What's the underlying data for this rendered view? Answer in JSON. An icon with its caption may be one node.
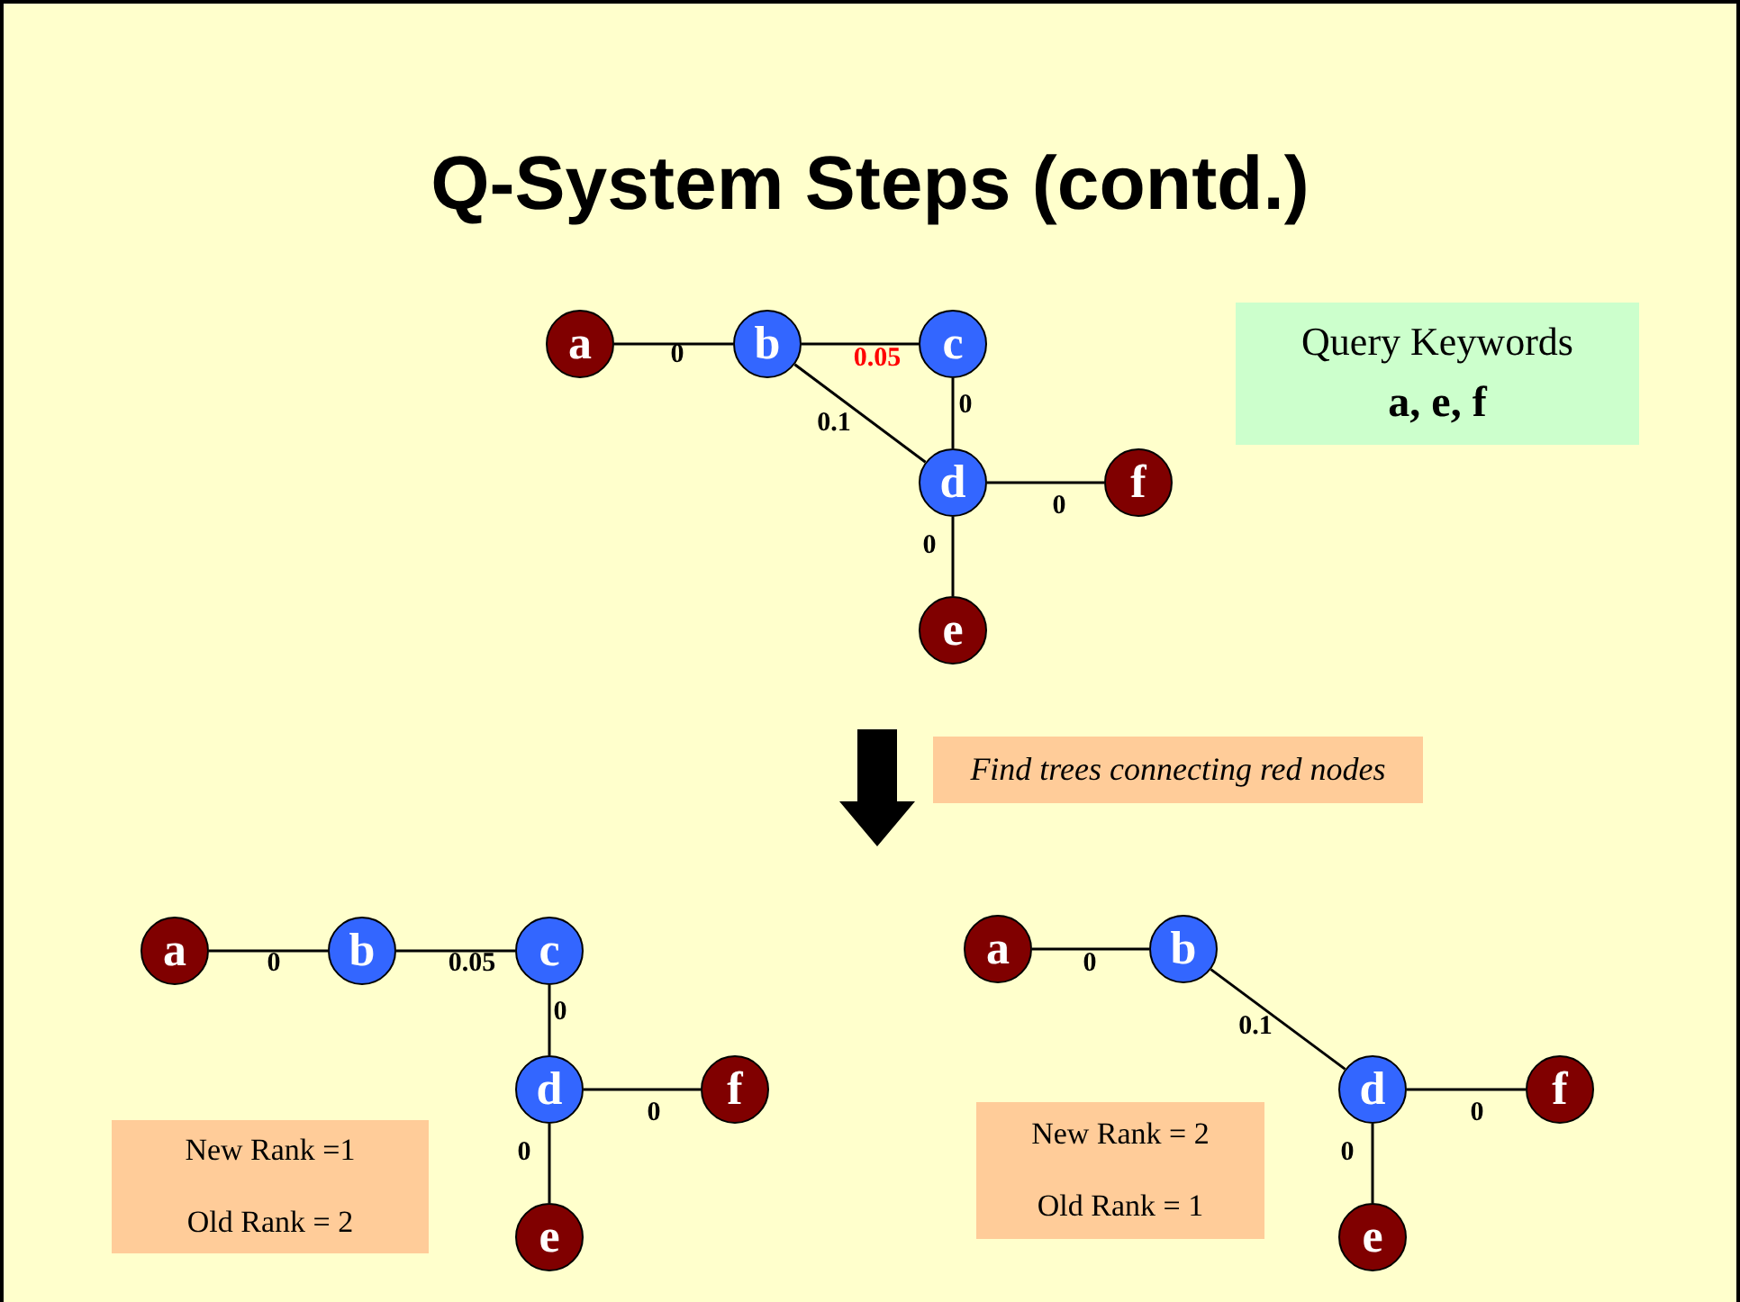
{
  "diagram": {
    "title": "Q-System Steps (contd.)",
    "nodes": [
      {
        "text": [
          "a"
        ]
      },
      {
        "text": [
          "b"
        ]
      },
      {
        "text": [
          "c"
        ]
      },
      {
        "text": [
          "d"
        ]
      },
      {
        "text": [
          "f"
        ]
      },
      {
        "text": [
          "e"
        ]
      },
      {
        "text": [
          "Query Keywords",
          "a, e, f"
        ]
      },
      {
        "text": [
          "Find trees connecting red nodes"
        ]
      },
      {
        "text": [
          "a"
        ]
      },
      {
        "text": [
          "b"
        ]
      },
      {
        "text": [
          "c"
        ]
      },
      {
        "text": [
          "d"
        ]
      },
      {
        "text": [
          "f"
        ]
      },
      {
        "text": [
          "e"
        ]
      },
      {
        "text": [
          "New Rank =1",
          "Old Rank = 2"
        ]
      },
      {
        "text": [
          "a"
        ]
      },
      {
        "text": [
          "b"
        ]
      },
      {
        "text": [
          "d"
        ]
      },
      {
        "text": [
          "f"
        ]
      },
      {
        "text": [
          "e"
        ]
      },
      {
        "text": [
          "New Rank = 2",
          "Old Rank = 1"
        ]
      }
    ],
    "edges": [
      {
        "from": 0,
        "to": 1,
        "arrow": "none",
        "label": "0"
      },
      {
        "from": 1,
        "to": 2,
        "arrow": "none",
        "label": "0.05"
      },
      {
        "from": 2,
        "to": 3,
        "arrow": "none",
        "label": "0"
      },
      {
        "from": 1,
        "to": 3,
        "arrow": "none",
        "label": "0.1"
      },
      {
        "from": 3,
        "to": 4,
        "arrow": "none",
        "label": "0"
      },
      {
        "from": 3,
        "to": 5,
        "arrow": "none",
        "label": "0"
      },
      {
        "from": 8,
        "to": 9,
        "arrow": "none",
        "label": "0"
      },
      {
        "from": 9,
        "to": 10,
        "arrow": "none",
        "label": "0.05"
      },
      {
        "from": 10,
        "to": 11,
        "arrow": "none",
        "label": "0"
      },
      {
        "from": 11,
        "to": 12,
        "arrow": "none",
        "label": "0"
      },
      {
        "from": 11,
        "to": 13,
        "arrow": "none",
        "label": "0"
      },
      {
        "from": 15,
        "to": 16,
        "arrow": "none",
        "label": "0"
      },
      {
        "from": 16,
        "to": 17,
        "arrow": "none",
        "label": "0.1"
      },
      {
        "from": 17,
        "to": 18,
        "arrow": "none",
        "label": "0"
      },
      {
        "from": 17,
        "to": 19,
        "arrow": "none",
        "label": "0"
      }
    ]
  }
}
